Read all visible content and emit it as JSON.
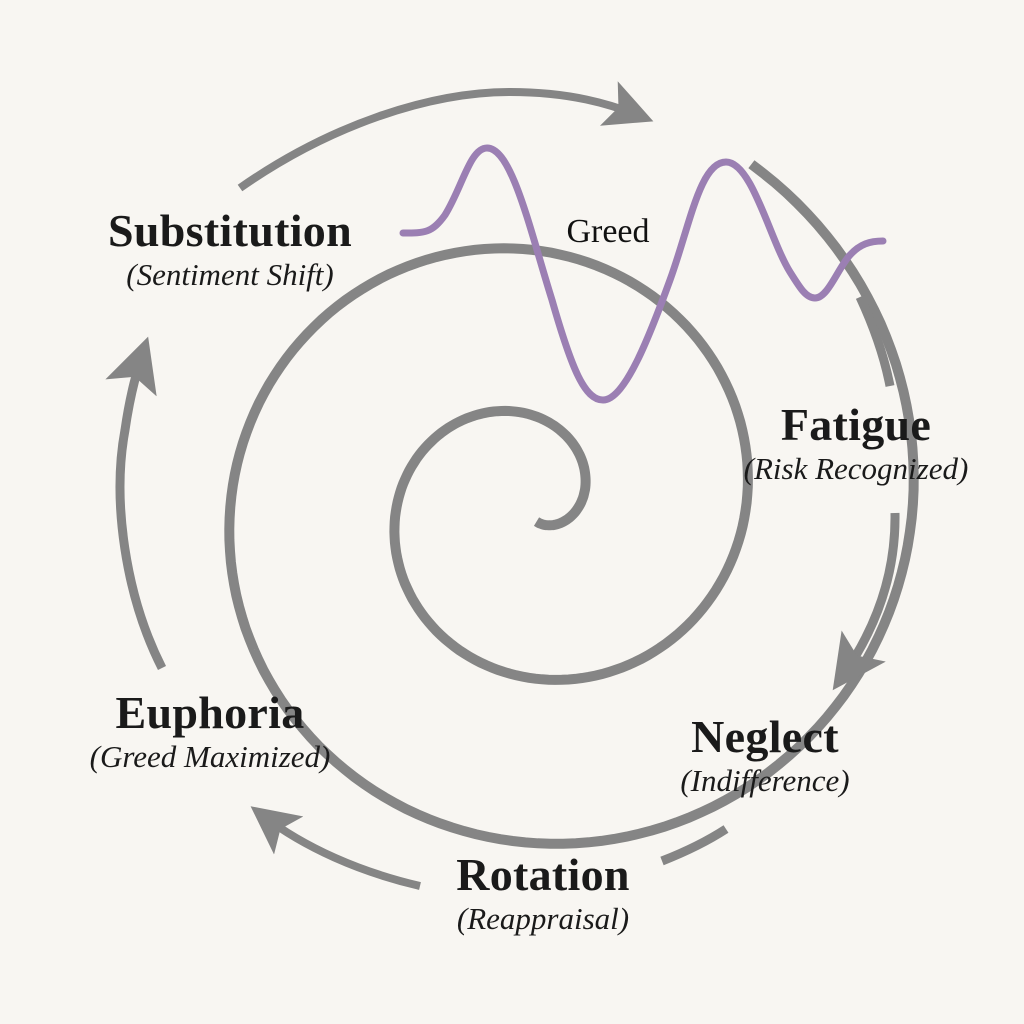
{
  "diagram": {
    "type": "cycle",
    "colors": {
      "background": "#f8f6f2",
      "arrows": "#858585",
      "spiral": "#858585",
      "wave": "#9b7fb3",
      "text": "#1a1a1a"
    },
    "stages": [
      {
        "id": "substitution",
        "title": "Substitution",
        "subtitle": "(Sentiment Shift)"
      },
      {
        "id": "fatigue",
        "title": "Fatigue",
        "subtitle": "(Risk Recognized)"
      },
      {
        "id": "neglect",
        "title": "Neglect",
        "subtitle": "(Indifference)"
      },
      {
        "id": "rotation",
        "title": "Rotation",
        "subtitle": "(Reappraisal)"
      },
      {
        "id": "euphoria",
        "title": "Euphoria",
        "subtitle": "(Greed Maximized)"
      }
    ],
    "wave": {
      "label": "Greed"
    },
    "flow_direction": "clockwise",
    "center_motif": "inward spiral"
  }
}
